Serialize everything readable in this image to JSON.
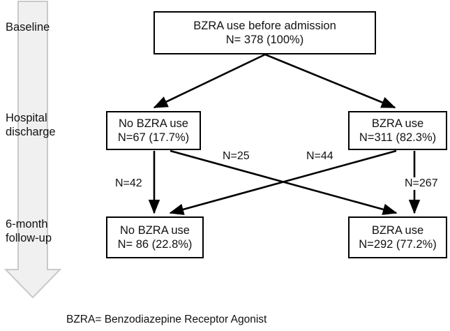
{
  "figure": {
    "type": "flow-diagram",
    "footnote": "BZRA= Benzodiazepine Receptor Agonist"
  },
  "timeline": {
    "arrow_icon": "down-block-arrow",
    "stages": [
      {
        "id": "baseline",
        "label": "Baseline"
      },
      {
        "id": "discharge",
        "label_line1": "Hospital",
        "label_line2": "discharge"
      },
      {
        "id": "followup",
        "label_line1": "6-month",
        "label_line2": "follow-up"
      }
    ]
  },
  "nodes": {
    "baseline": {
      "line1": "BZRA use before admission",
      "line2": "N= 378 (100%)",
      "n": 378,
      "percent": "100%"
    },
    "discharge_no": {
      "line1": "No BZRA use",
      "line2": "N=67 (17.7%)",
      "n": 67,
      "percent": "17.7%"
    },
    "discharge_yes": {
      "line1": "BZRA use",
      "line2": "N=311 (82.3%)",
      "n": 311,
      "percent": "82.3%"
    },
    "followup_no": {
      "line1": "No BZRA use",
      "line2": "N= 86 (22.8%)",
      "n": 86,
      "percent": "22.8%"
    },
    "followup_yes": {
      "line1": "BZRA use",
      "line2": "N=292 (77.2%)",
      "n": 292,
      "percent": "77.2%"
    }
  },
  "edges": {
    "no_to_no": {
      "label": "N=42",
      "n": 42,
      "from": "discharge_no",
      "to": "followup_no"
    },
    "no_to_yes": {
      "label": "N=25",
      "n": 25,
      "from": "discharge_no",
      "to": "followup_yes"
    },
    "yes_to_no": {
      "label": "N=44",
      "n": 44,
      "from": "discharge_yes",
      "to": "followup_no"
    },
    "yes_to_yes": {
      "label": "N=267",
      "n": 267,
      "from": "discharge_yes",
      "to": "followup_yes"
    }
  },
  "colors": {
    "stroke": "#000000",
    "box_fill": "#ffffff",
    "timeline_fill": "#f0f0f0",
    "timeline_stroke": "#c9c9c9",
    "text": "#111111"
  }
}
